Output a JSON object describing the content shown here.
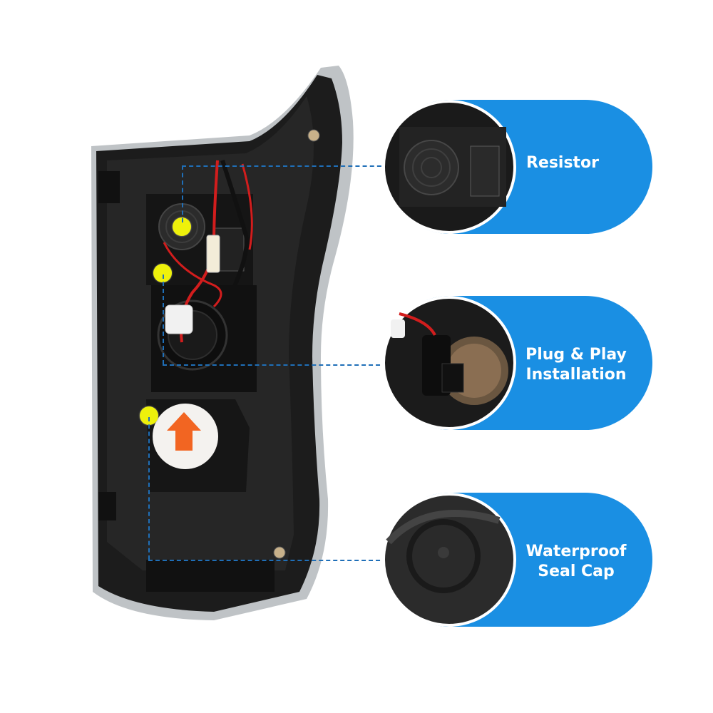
{
  "callouts": [
    {
      "label": "Resistor"
    },
    {
      "label": "Plug & Play\nInstallation"
    },
    {
      "label": "Waterproof\nSeal Cap"
    }
  ],
  "colors": {
    "accent_blue": "#1a8fe3",
    "dash_blue": "#1f6fb8",
    "marker_yellow": "#eef10b",
    "housing_black": "#1c1c1c",
    "arrow_orange": "#f26522"
  }
}
